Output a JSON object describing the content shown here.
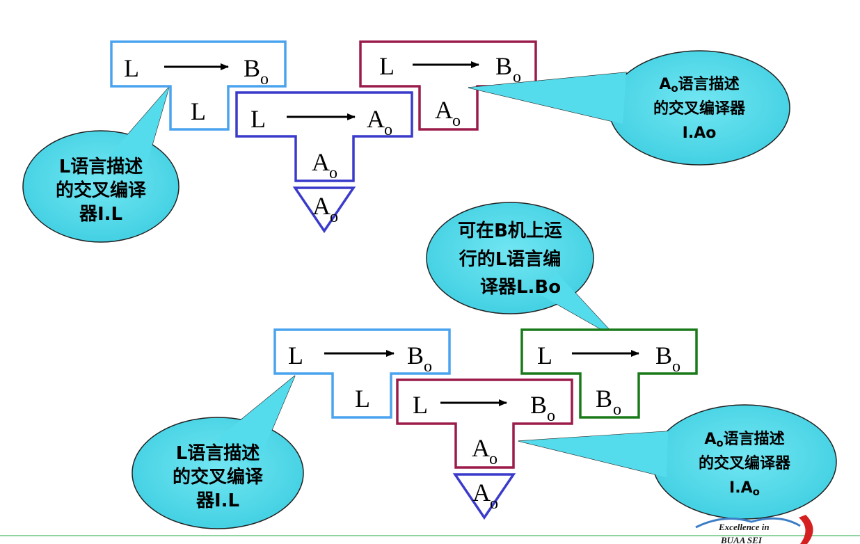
{
  "colors": {
    "light_blue": "#4aa3ee",
    "dark_blue": "#3a3acb",
    "maroon": "#9b1c4a",
    "green": "#1a7a1a",
    "bubble_fill": "#55dcec",
    "footer_line": "#8fd3a0"
  },
  "diagram1": {
    "t1": {
      "src": "L",
      "tgt": "B",
      "tgt_sub": "o",
      "impl": "L",
      "impl_sub": ""
    },
    "t2": {
      "src": "L",
      "tgt": "A",
      "tgt_sub": "o",
      "impl": "A",
      "impl_sub": "o"
    },
    "t3": {
      "src": "L",
      "tgt": "B",
      "tgt_sub": "o",
      "impl": "A",
      "impl_sub": "o"
    },
    "machine": {
      "label": "A",
      "sub": "o"
    },
    "bubble_left": {
      "line1": "L语言描述",
      "line2": "的交叉编译",
      "line3": "器I.L"
    },
    "bubble_right": {
      "line1": "A",
      "line1_sub": "o",
      "line1_rest": "语言描述",
      "line2": "的交叉编译器",
      "line3": "I.Ao"
    }
  },
  "diagram2": {
    "t1": {
      "src": "L",
      "tgt": "B",
      "tgt_sub": "o",
      "impl": "L",
      "impl_sub": ""
    },
    "t2": {
      "src": "L",
      "tgt": "B",
      "tgt_sub": "o",
      "impl": "A",
      "impl_sub": "o"
    },
    "t3": {
      "src": "L",
      "tgt": "B",
      "tgt_sub": "o",
      "impl": "B",
      "impl_sub": "o"
    },
    "machine": {
      "label": "A",
      "sub": "o"
    },
    "bubble_top": {
      "line1": "可在B机上运",
      "line2": "行的L语言编",
      "line3": "译器L.Bo"
    },
    "bubble_left": {
      "line1": "L语言描述",
      "line2": "的交叉编译",
      "line3": "器I.L"
    },
    "bubble_right": {
      "line1": "A",
      "line1_sub": "o",
      "line1_rest": "语言描述",
      "line2": "的交叉编译器",
      "line3": "I.A",
      "line3_sub": "o"
    }
  },
  "logo": {
    "line1": "Excellence in",
    "line2": "BUAA SEI"
  }
}
